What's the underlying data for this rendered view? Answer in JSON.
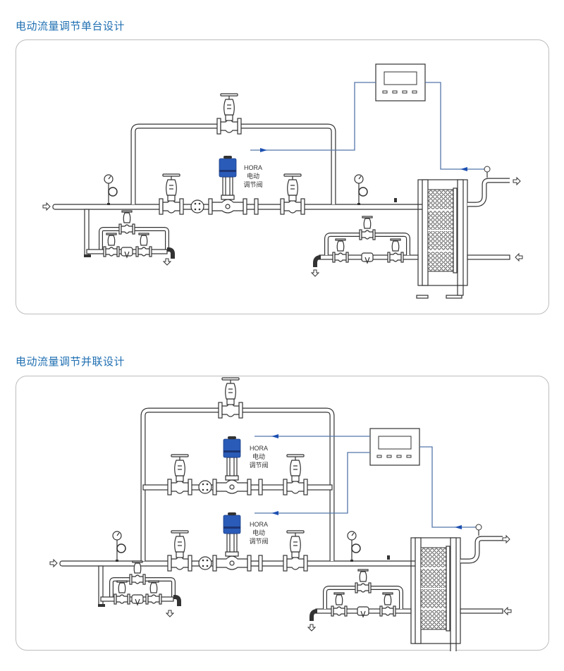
{
  "sections": [
    {
      "title": "电动流量调节单台设计",
      "valve_label": [
        "HORA",
        "电动",
        "调节阀"
      ],
      "controller_buttons": 4
    },
    {
      "title": "电动流量调节并联设计",
      "valve_labels": [
        [
          "HORA",
          "电动",
          "调节阀"
        ],
        [
          "HORA",
          "电动",
          "调节阀"
        ]
      ],
      "controller_buttons": 4
    }
  ],
  "colors": {
    "title": "#1f6fb2",
    "signal_line": "#5577aa",
    "actuator": "#2a5bb8",
    "panel_border": "#bdbdbd"
  }
}
